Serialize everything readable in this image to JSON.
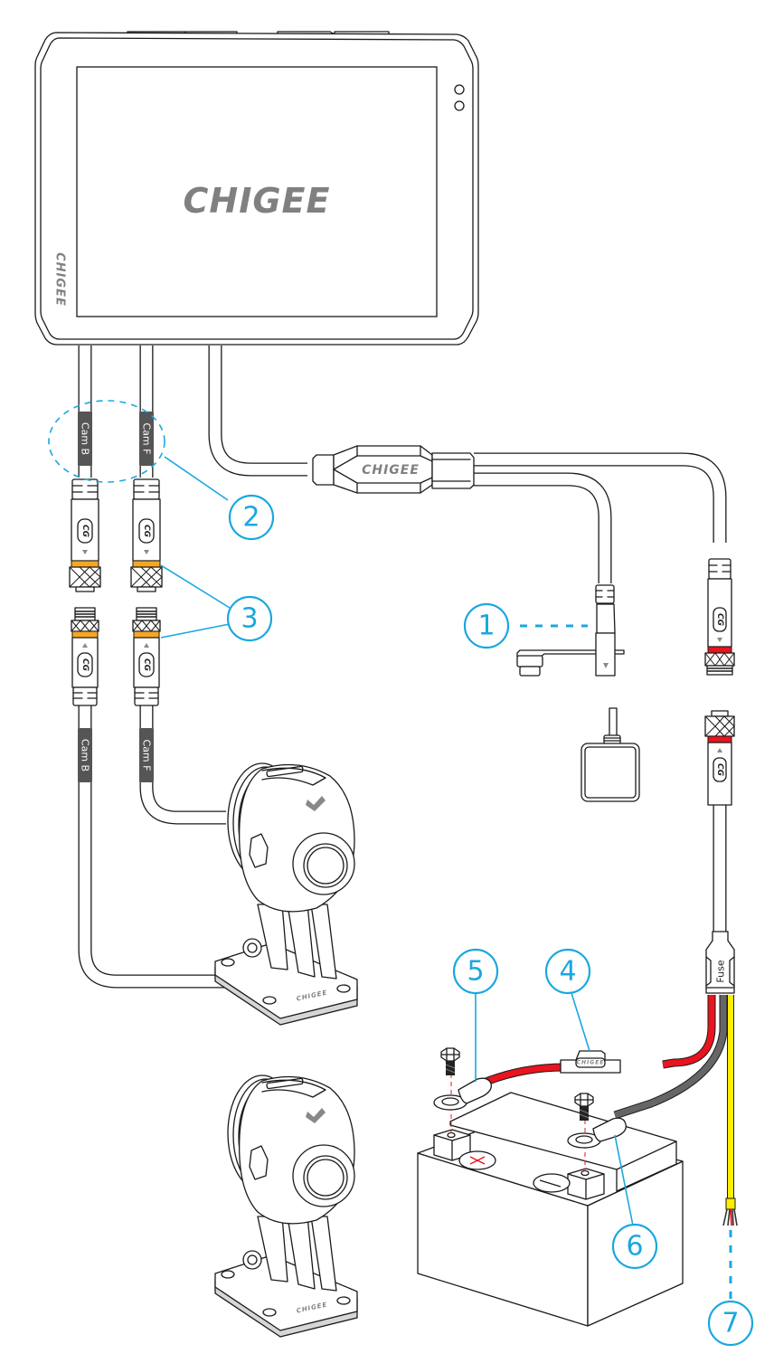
{
  "diagram": {
    "title": "CHIGEE wiring installation diagram",
    "brand": "CHIGEE",
    "display_logo": "CHIGEE",
    "bezel_logo": "CHIGEE",
    "splitter_logo": "CHIGEE",
    "fuse_holder_logo": "CHIGEE",
    "camera_base_logo": "CHIGEE",
    "connector_mark": "CG",
    "cable_tags": {
      "top_back": "Cam B",
      "top_front": "Cam F",
      "bottom_back": "Cam B",
      "bottom_front": "Cam F"
    },
    "fuse_label": "Fuse",
    "callouts": [
      {
        "number": "1",
        "target": "GPS antenna connector"
      },
      {
        "number": "2",
        "target": "Camera cable tags"
      },
      {
        "number": "3",
        "target": "Camera connectors (orange band)"
      },
      {
        "number": "4",
        "target": "Inline fuse holder"
      },
      {
        "number": "5",
        "target": "Positive ring terminal"
      },
      {
        "number": "6",
        "target": "Negative ring terminal"
      },
      {
        "number": "7",
        "target": "ACC wire"
      }
    ],
    "colors": {
      "callout": "#1aa7e0",
      "cable_tag": "#555555",
      "front_back_band": "#f5a623",
      "power_band": "#e8141e",
      "positive_wire": "#e8141e",
      "negative_wire": "#666666",
      "acc_wire": "#ffed00",
      "logo_gray": "#808080"
    },
    "battery": {
      "positive_symbol": "+",
      "negative_symbol": "−"
    }
  }
}
